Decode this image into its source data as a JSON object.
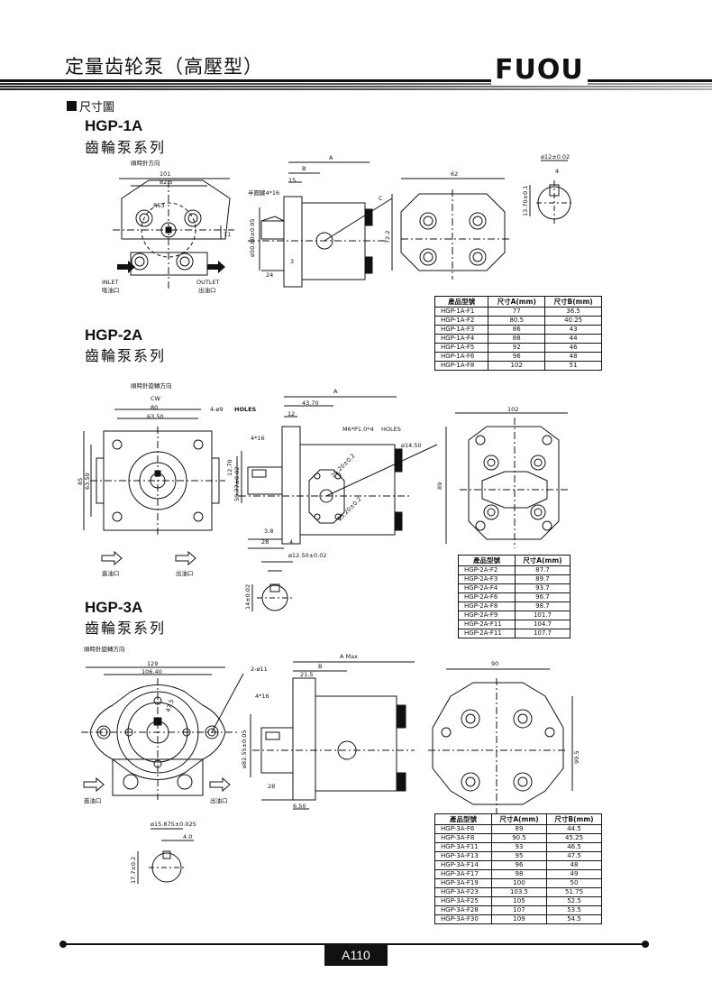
{
  "header": {
    "title": "定量齿轮泵（高壓型）",
    "logo_text": "FUOU"
  },
  "section_label": "尺寸圖",
  "hgp1a": {
    "model": "HGP-1A",
    "series": "齒輪泵系列",
    "rotation": "順時針方向",
    "inlet": "INLET",
    "inlet_cn": "吸油口",
    "outlet": "OUTLET",
    "outlet_cn": "出油口",
    "key": "半圓鍵4*16",
    "dims": {
      "d101": "101",
      "d82_5": "82.5",
      "r53": "R53",
      "d15": "15",
      "dA": "A",
      "dB": "B",
      "d62": "62",
      "d72_2": "72.2",
      "d24": "24",
      "d3": "3",
      "d11": "11",
      "d50": "ø50.80±0.05",
      "d12": "ø12±0.02",
      "d4": "4",
      "d13": "13.70±0.1",
      "dC": "C"
    },
    "table": {
      "headers": [
        "產品型號",
        "尺寸A(mm)",
        "尺寸B(mm)"
      ],
      "rows": [
        [
          "HGP-1A-F1",
          "77",
          "36.5"
        ],
        [
          "HGP-1A-F2",
          "80.5",
          "40.25"
        ],
        [
          "HGP-1A-F3",
          "86",
          "43"
        ],
        [
          "HGP-1A-F4",
          "88",
          "44"
        ],
        [
          "HGP-1A-F5",
          "92",
          "46"
        ],
        [
          "HGP-1A-F6",
          "96",
          "48"
        ],
        [
          "HGP-1A-F8",
          "102",
          "51"
        ]
      ]
    }
  },
  "hgp2a": {
    "model": "HGP-2A",
    "series": "齒輪泵系列",
    "rotation": "順時針旋轉方向",
    "cw": "CW",
    "inlet_cn": "進油口",
    "outlet_cn": "出油口",
    "holes": "HOLES",
    "dims": {
      "d80": "80",
      "d63_50": "63.50",
      "d4_9": "4-ø9",
      "d85": "85",
      "d63_50v": "63.50",
      "d43_70": "43.70",
      "dA": "A",
      "d12": "12",
      "d4_16": "4*16",
      "d12_70": "12.70",
      "d50_77": "50.77±0.02",
      "m6": "M6*P1.0*4",
      "holes2": "HOLES",
      "d14_50": "ø14.50",
      "d25_20a": "25.20±0.2",
      "d25_20b": "25.20±0.2",
      "d3_8": "3.8",
      "d28": "28",
      "d4": "4",
      "d12_50": "ø12.50±0.02",
      "d14": "14±0.02",
      "d102": "102",
      "d89": "89"
    },
    "table": {
      "headers": [
        "產品型號",
        "尺寸A(mm)"
      ],
      "rows": [
        [
          "HGP-2A-F2",
          "87.7"
        ],
        [
          "HGP-2A-F3",
          "89.7"
        ],
        [
          "HGP-2A-F4",
          "93.7"
        ],
        [
          "HGP-2A-F6",
          "96.7"
        ],
        [
          "HGP-2A-F8",
          "98.7"
        ],
        [
          "HGP-2A-F9",
          "101.7"
        ],
        [
          "HGP-2A-F11",
          "104.7"
        ],
        [
          "HGP-2A-F11",
          "107.7"
        ]
      ]
    }
  },
  "hgp3a": {
    "model": "HGP-3A",
    "series": "齒輪泵系列",
    "rotation": "順時針旋轉方向",
    "inlet_cn": "進油口",
    "outlet_cn": "出油口",
    "dims": {
      "d129": "129",
      "d106_40": "106.40",
      "d2_11": "2-ø11",
      "d4_16": "4*16",
      "d82_55": "ø82.55±0.05",
      "d47_5": "47.5",
      "dAmax": "A Max",
      "dB": "B",
      "d21_5": "21.5",
      "d28": "28",
      "d6_50": "6.50",
      "d90": "90",
      "d99_5": "99.5",
      "d15_875": "ø15.875±0.025",
      "d4_0": "4.0",
      "d17_7": "17.7±0.2"
    },
    "table": {
      "headers": [
        "產品型號",
        "尺寸A(mm)",
        "尺寸B(mm)"
      ],
      "rows": [
        [
          "HGP-3A-F6",
          "89",
          "44.5"
        ],
        [
          "HGP-3A-F8",
          "90.5",
          "45.25"
        ],
        [
          "HGP-3A-F11",
          "93",
          "46.5"
        ],
        [
          "HGP-3A-F13",
          "95",
          "47.5"
        ],
        [
          "HGP-3A-F14",
          "96",
          "48"
        ],
        [
          "HGP-3A-F17",
          "98",
          "49"
        ],
        [
          "HGP-3A-F19",
          "100",
          "50"
        ],
        [
          "HGP-3A-F23",
          "103.5",
          "51.75"
        ],
        [
          "HGP-3A-F25",
          "105",
          "52.5"
        ],
        [
          "HGP-3A-F28",
          "107",
          "53.5"
        ],
        [
          "HGP-3A-F30",
          "109",
          "54.5"
        ]
      ]
    }
  },
  "footer": {
    "page": "A110"
  }
}
